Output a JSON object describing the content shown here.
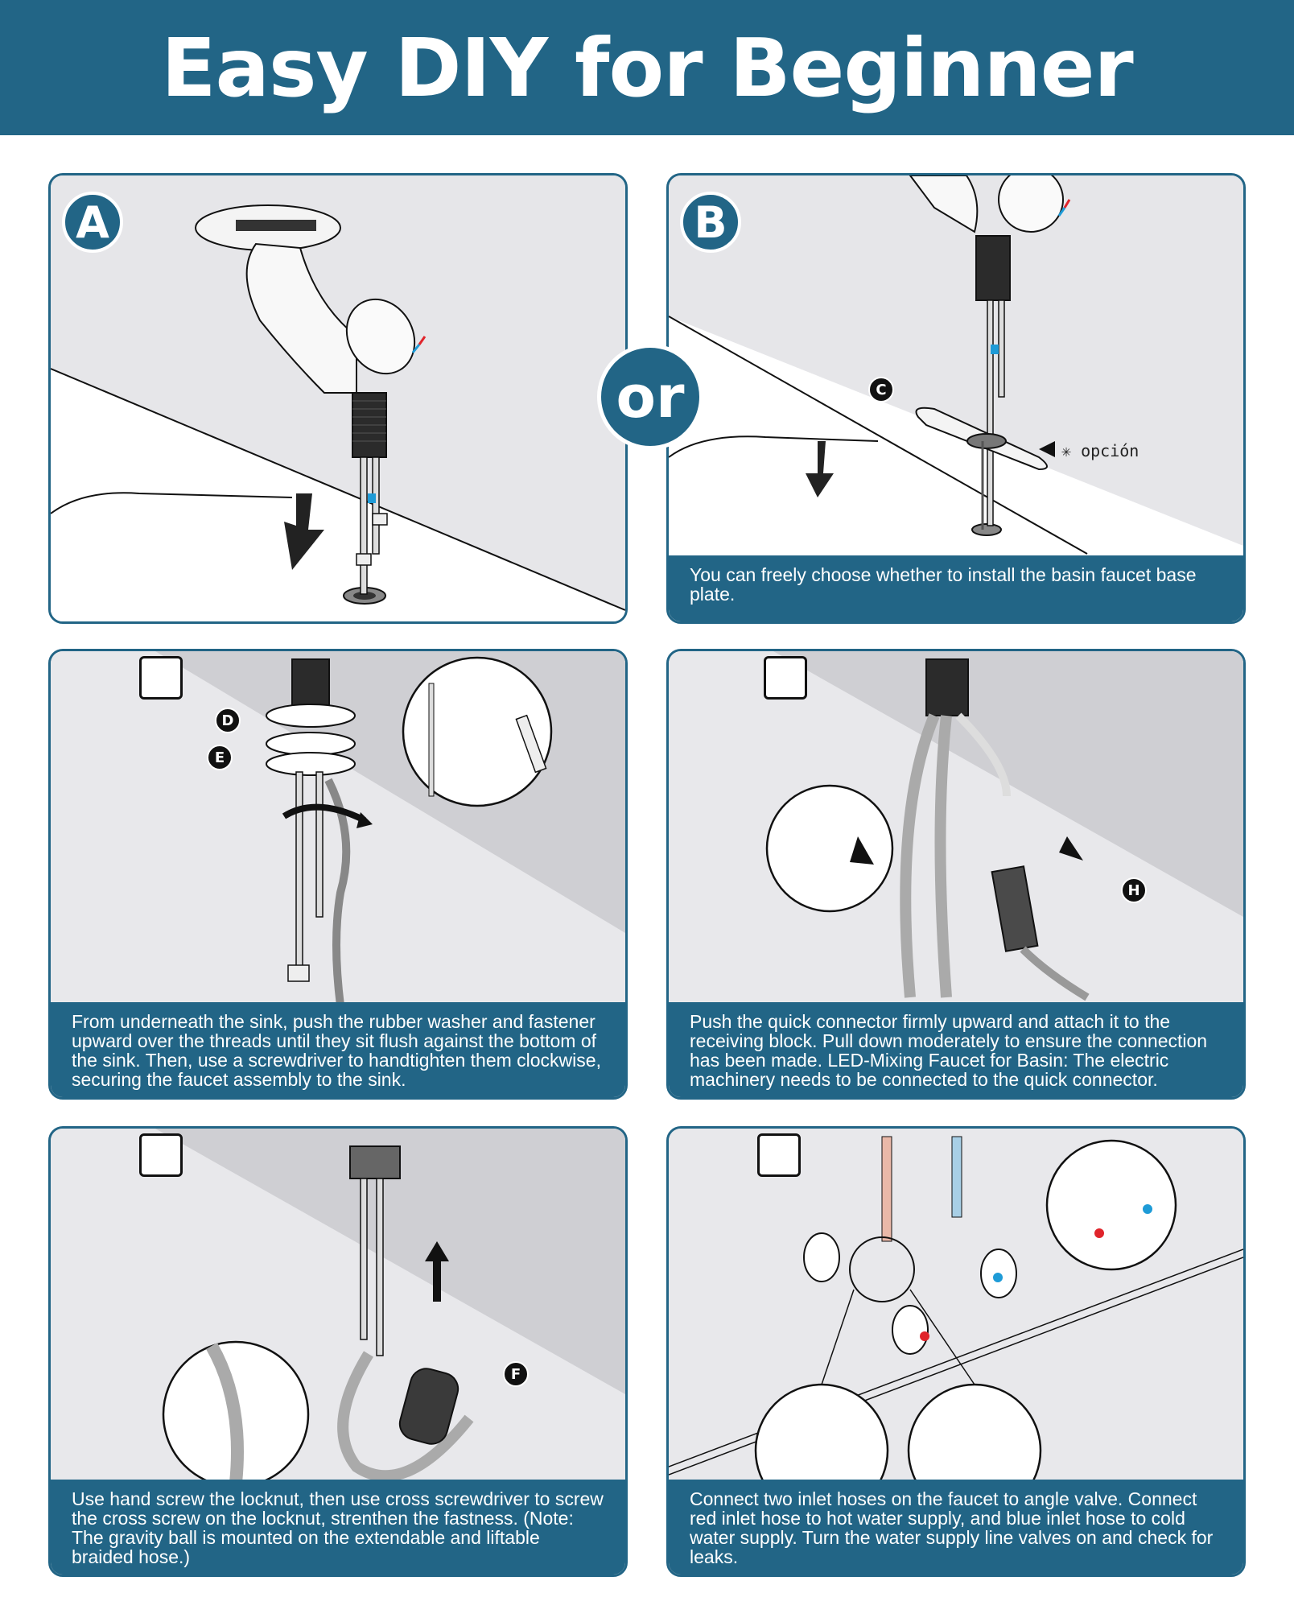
{
  "header": {
    "title": "Easy DIY for Beginner"
  },
  "or_label": "or",
  "panels": [
    {
      "badge": "A",
      "caption": ""
    },
    {
      "badge": "B",
      "caption": "You can freely choose whether to install the basin faucet base plate.",
      "callouts": [
        "C"
      ],
      "note": "✳ opción"
    },
    {
      "caption": "From underneath the sink, push the rubber washer and fastener upward over the threads until they sit flush against the bottom of the sink. Then, use a screwdriver to handtighten them clockwise, securing the faucet assembly to the sink.",
      "callouts": [
        "D",
        "E"
      ]
    },
    {
      "caption": "Push the quick connector firmly upward and attach it to the receiving block. Pull down moderately to ensure the connection has been made. LED-Mixing Faucet for Basin: The electric machinery needs to be connected to the quick connector.",
      "callouts": [
        "H"
      ]
    },
    {
      "caption": "Use hand screw the locknut, then use cross screwdriver to screw the cross screw on the locknut, strenthen the fastness. (Note: The gravity ball is mounted on the extendable and liftable braided hose.)",
      "callouts": [
        "F"
      ]
    },
    {
      "caption": "Connect two inlet hoses on the faucet to angle valve. Connect red inlet hose to hot water supply, and blue inlet hose to cold water supply. Turn the water supply line valves on and check for leaks."
    }
  ],
  "colors": {
    "brand": "#226586",
    "panel_bg": "#e6e6e9",
    "hot": "#e0242b",
    "cold": "#1e9bd7"
  },
  "icons": [
    "under-sink-tool-icon"
  ]
}
